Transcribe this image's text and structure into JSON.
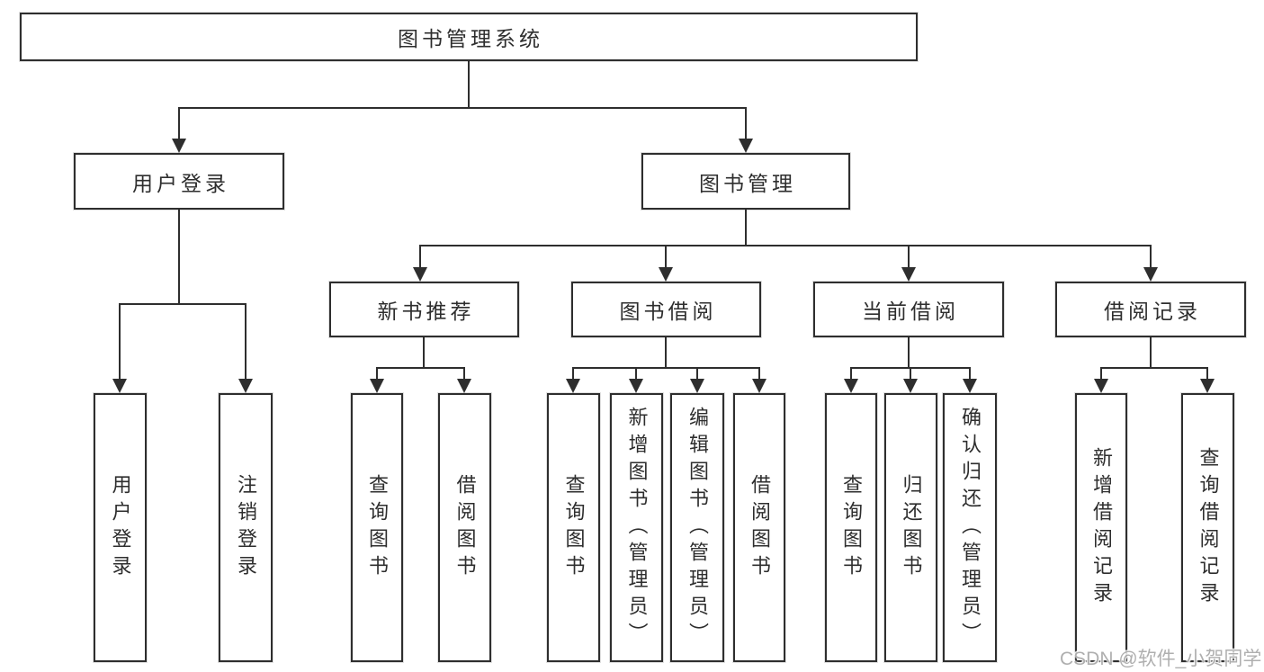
{
  "tree": {
    "label": "图书管理系统",
    "children": [
      {
        "label": "用户登录",
        "children": [
          {
            "label": "用户登录"
          },
          {
            "label": "注销登录"
          }
        ]
      },
      {
        "label": "图书管理",
        "children": [
          {
            "label": "新书推荐",
            "children": [
              {
                "label": "查询图书"
              },
              {
                "label": "借阅图书"
              }
            ]
          },
          {
            "label": "图书借阅",
            "children": [
              {
                "label": "查询图书"
              },
              {
                "label": "新增图书（管理员）"
              },
              {
                "label": "编辑图书（管理员）"
              },
              {
                "label": "借阅图书"
              }
            ]
          },
          {
            "label": "当前借阅",
            "children": [
              {
                "label": "查询图书"
              },
              {
                "label": "归还图书"
              },
              {
                "label": "确认归还（管理员）"
              }
            ]
          },
          {
            "label": "借阅记录",
            "children": [
              {
                "label": "新增借阅记录"
              },
              {
                "label": "查询借阅记录"
              }
            ]
          }
        ]
      }
    ]
  },
  "watermark": {
    "text": "CSDN @软件_小贺同学"
  },
  "colors": {
    "line": "#2e2e2e",
    "text": "#2e2e2e",
    "background": "#ffffff",
    "watermark": "#a8a8a8"
  }
}
